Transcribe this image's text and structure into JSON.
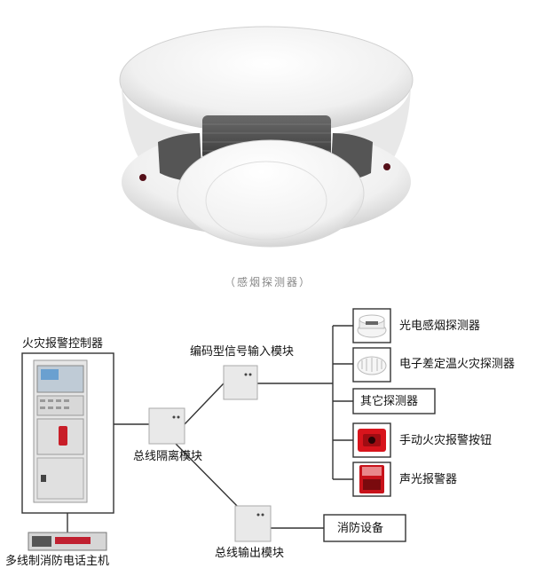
{
  "caption": "（感烟探测器）",
  "controller": {
    "label": "火灾报警控制器"
  },
  "phone_host": {
    "label": "多线制消防电话主机"
  },
  "isolation_module": {
    "label": "总线隔离模块"
  },
  "input_module": {
    "label": "编码型信号输入模块"
  },
  "output_module": {
    "label": "总线输出模块"
  },
  "devices": [
    {
      "label": "光电感烟探测器",
      "icon": "smoke-detector-icon"
    },
    {
      "label": "电子差定温火灾探测器",
      "icon": "heat-detector-icon"
    },
    {
      "label": "其它探测器",
      "icon": ""
    },
    {
      "label": "手动火灾报警按钮",
      "icon": "manual-call-point-icon"
    },
    {
      "label": "声光报警器",
      "icon": "sounder-strobe-icon"
    }
  ],
  "fire_equipment": {
    "label": "消防设备"
  },
  "colors": {
    "line": "#333333",
    "alarm_red": "#d8141c",
    "device_bg": "#ececec"
  }
}
